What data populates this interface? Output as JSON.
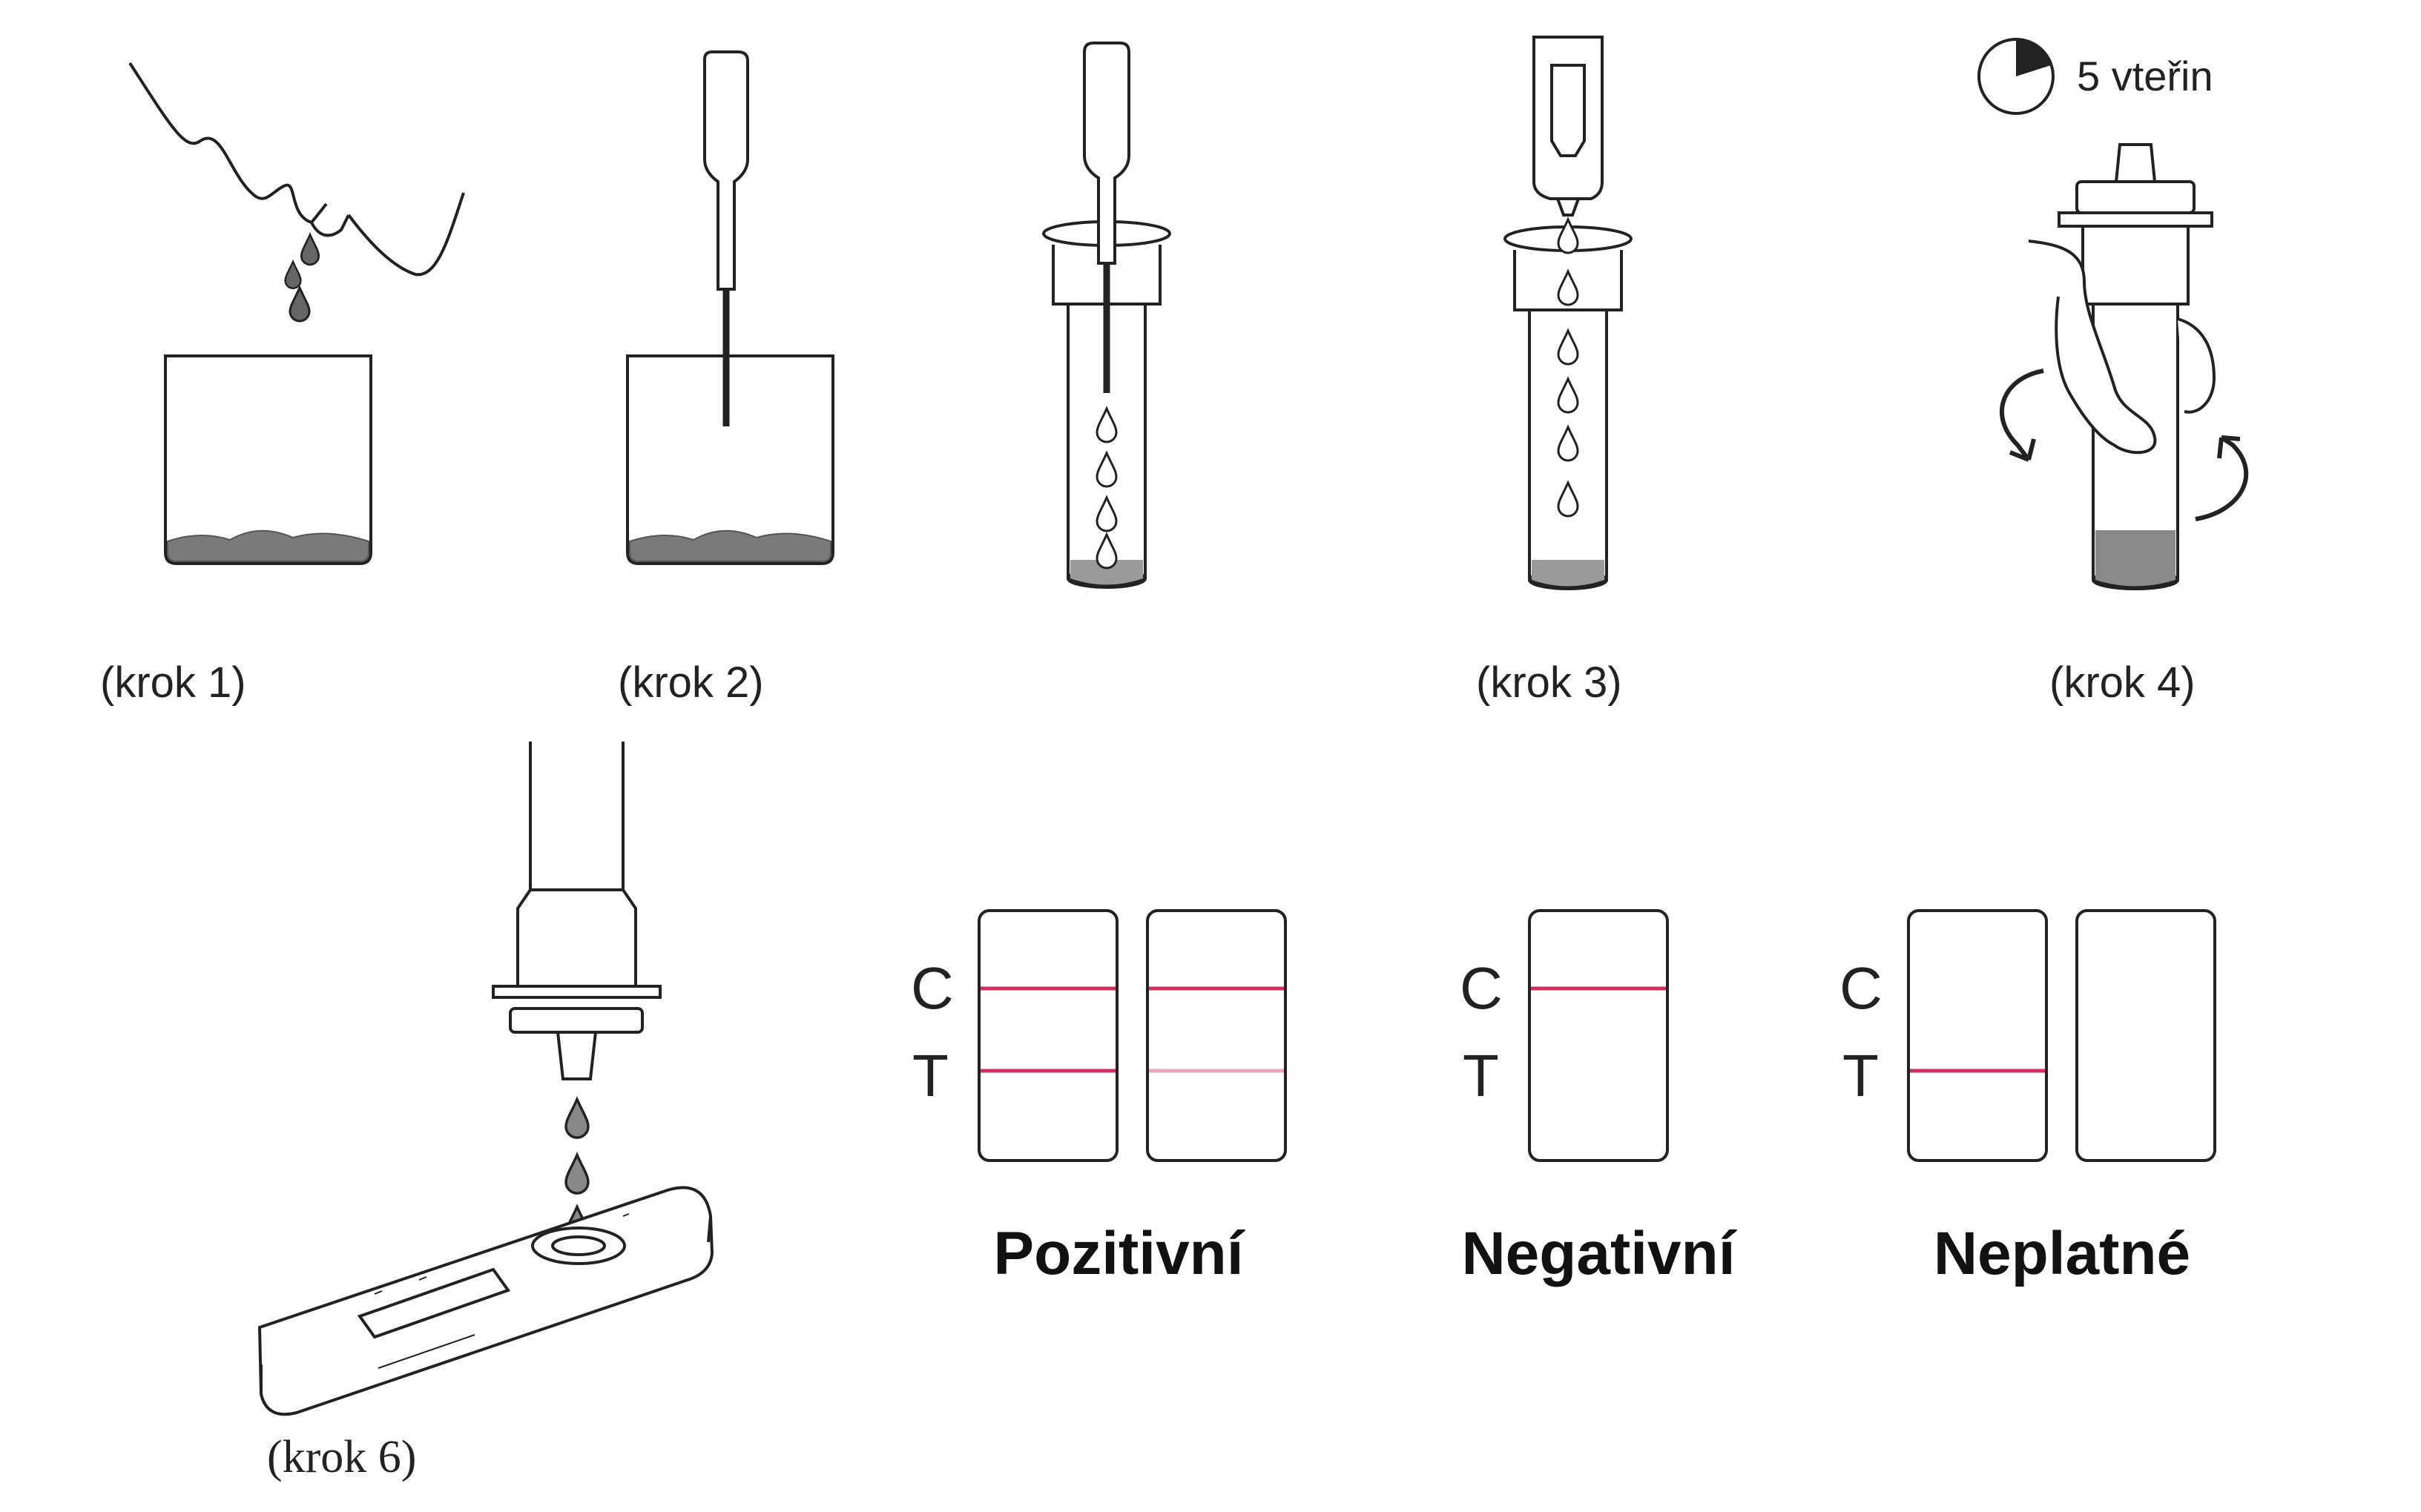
{
  "steps": {
    "s1": "(krok  1)",
    "s2": "(krok  2)",
    "s3": "(krok  3)",
    "s4": "(krok  4)",
    "s6": "(krok 6)"
  },
  "timer": {
    "text": "5 vteřin"
  },
  "strip_labels": {
    "c": "C",
    "t": "T"
  },
  "results": {
    "positive": "Pozitivní",
    "negative": "Negativní",
    "invalid": "Neplatné"
  },
  "colors": {
    "line": "#222222",
    "sample": "#7a7a7a",
    "band": "#d0305f",
    "band_faint": "#e8a6ba"
  }
}
